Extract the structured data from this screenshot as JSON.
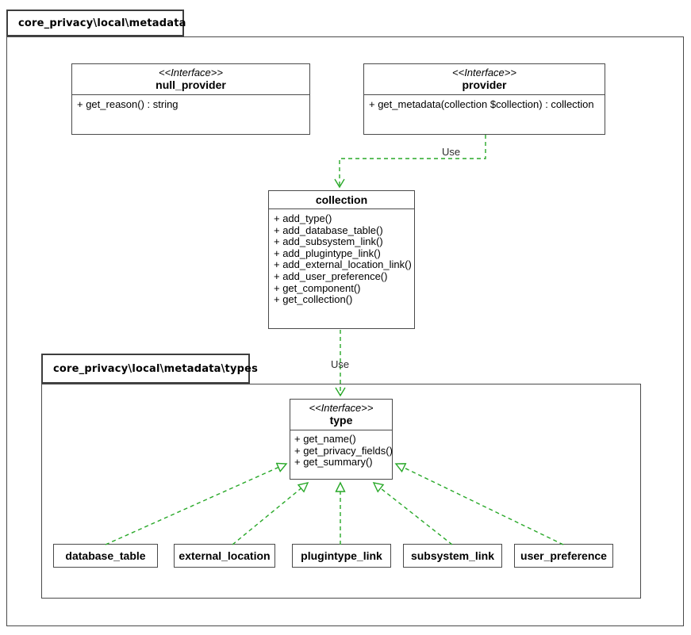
{
  "diagram": {
    "outer_package": {
      "label": "core_privacy\\local\\metadata"
    },
    "inner_package": {
      "label": "core_privacy\\local\\metadata\\types"
    },
    "classes": {
      "null_provider": {
        "stereotype": "<<Interface>>",
        "name": "null_provider",
        "methods": [
          "+ get_reason() : string"
        ]
      },
      "provider": {
        "stereotype": "<<Interface>>",
        "name": "provider",
        "methods": [
          "+ get_metadata(collection $collection) : collection"
        ]
      },
      "collection": {
        "name": "collection",
        "methods": [
          "+ add_type()",
          "+ add_database_table()",
          "+ add_subsystem_link()",
          "+ add_plugintype_link()",
          "+ add_external_location_link()",
          "+ add_user_preference()",
          "+ get_component()",
          "+ get_collection()"
        ]
      },
      "type": {
        "stereotype": "<<Interface>>",
        "name": "type",
        "methods": [
          "+ get_name()",
          "+ get_privacy_fields()",
          "+ get_summary()"
        ]
      }
    },
    "subtype_classes": [
      {
        "name": "database_table"
      },
      {
        "name": "external_location"
      },
      {
        "name": "plugintype_link"
      },
      {
        "name": "subsystem_link"
      },
      {
        "name": "user_preference"
      }
    ],
    "edges": {
      "provider_to_collection_label": "Use",
      "collection_to_type_label": "Use"
    },
    "colors": {
      "arrow_green": "#28a828",
      "border_gray": "#4a4a4a"
    }
  }
}
